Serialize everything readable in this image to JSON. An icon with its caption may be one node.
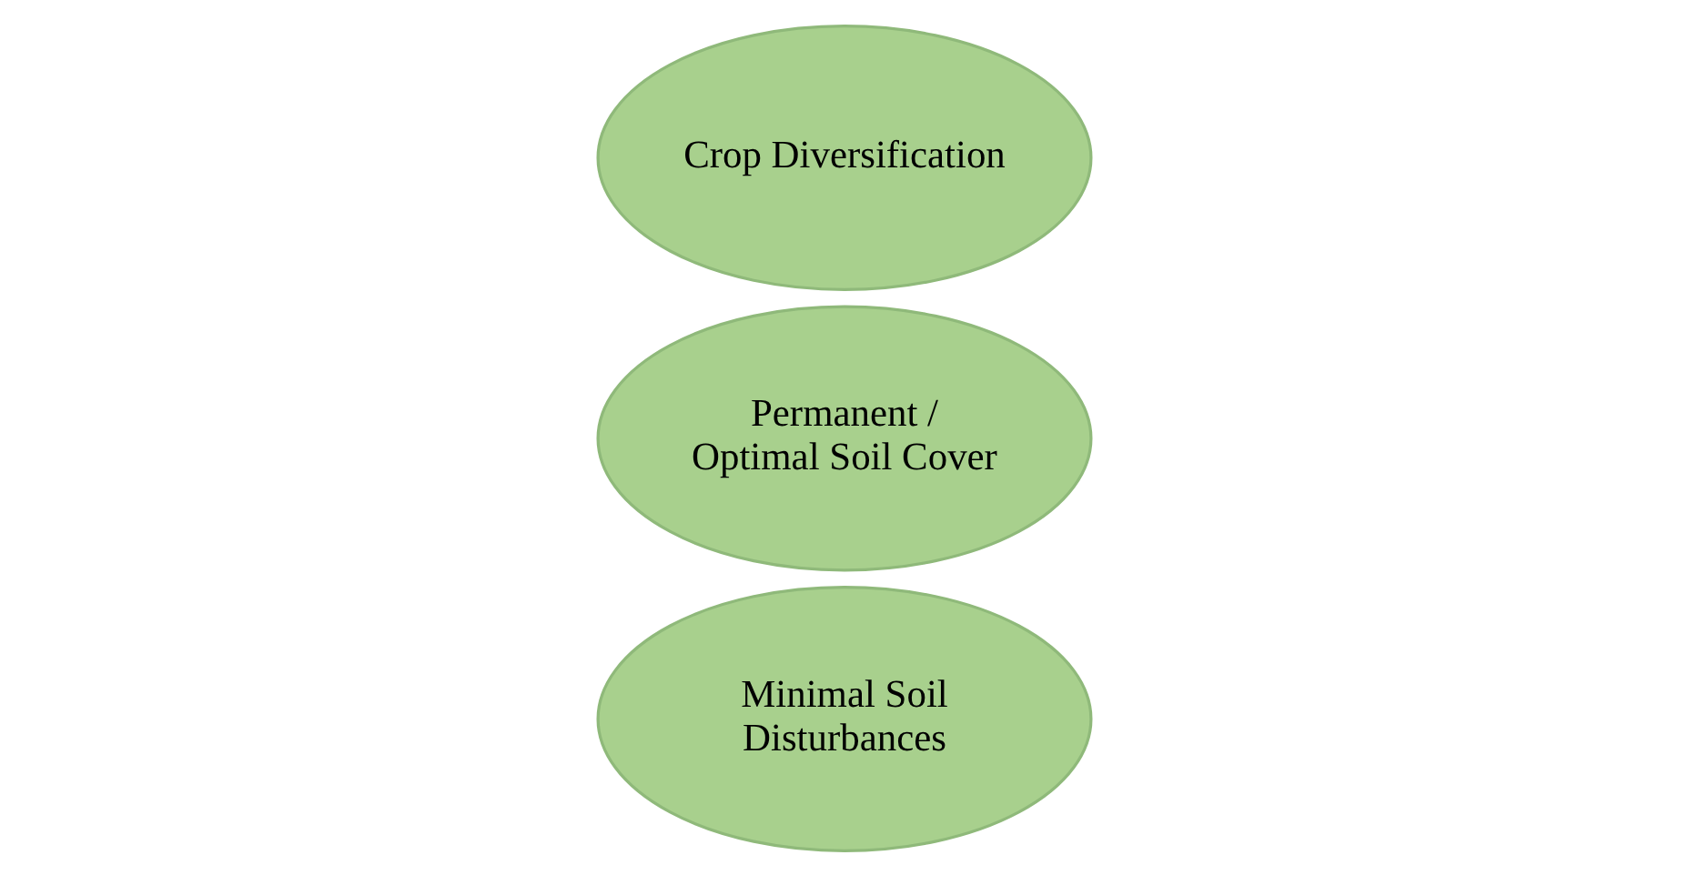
{
  "diagram": {
    "nodes": [
      {
        "text": [
          "Permanent / Optimal Soil Cover"
        ]
      },
      {
        "text": [
          "Minimal Soil Disturbances"
        ]
      },
      {
        "text": [
          "Crop Diversification"
        ]
      }
    ]
  }
}
